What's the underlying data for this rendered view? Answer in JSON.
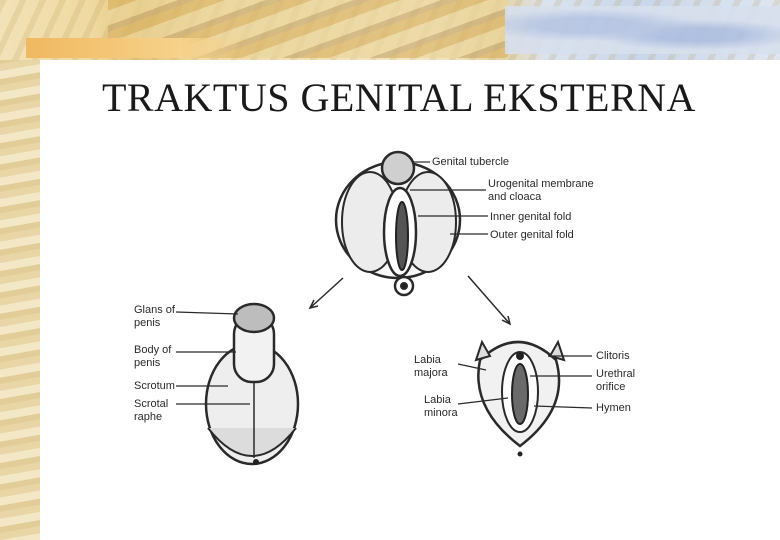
{
  "slide": {
    "title": "TRAKTUS GENITAL EKSTERNA"
  },
  "diagram": {
    "indifferent_labels": {
      "genital_tubercle": "Genital tubercle",
      "urogenital_membrane_1": "Urogenital membrane",
      "urogenital_membrane_2": "and cloaca",
      "inner_genital_fold": "Inner genital fold",
      "outer_genital_fold": "Outer genital fold"
    },
    "male_labels": {
      "glans_1": "Glans of",
      "glans_2": "penis",
      "body_1": "Body of",
      "body_2": "penis",
      "scrotum": "Scrotum",
      "raphe_1": "Scrotal",
      "raphe_2": "raphe"
    },
    "female_labels": {
      "labia_majora_1": "Labia",
      "labia_majora_2": "majora",
      "labia_minora_1": "Labia",
      "labia_minora_2": "minora",
      "clitoris": "Clitoris",
      "urethral_1": "Urethral",
      "urethral_2": "orifice",
      "hymen": "Hymen"
    }
  },
  "colors": {
    "ink": "#2a2a2a",
    "panel": "#ffffff",
    "title": "#1a1a1a"
  }
}
